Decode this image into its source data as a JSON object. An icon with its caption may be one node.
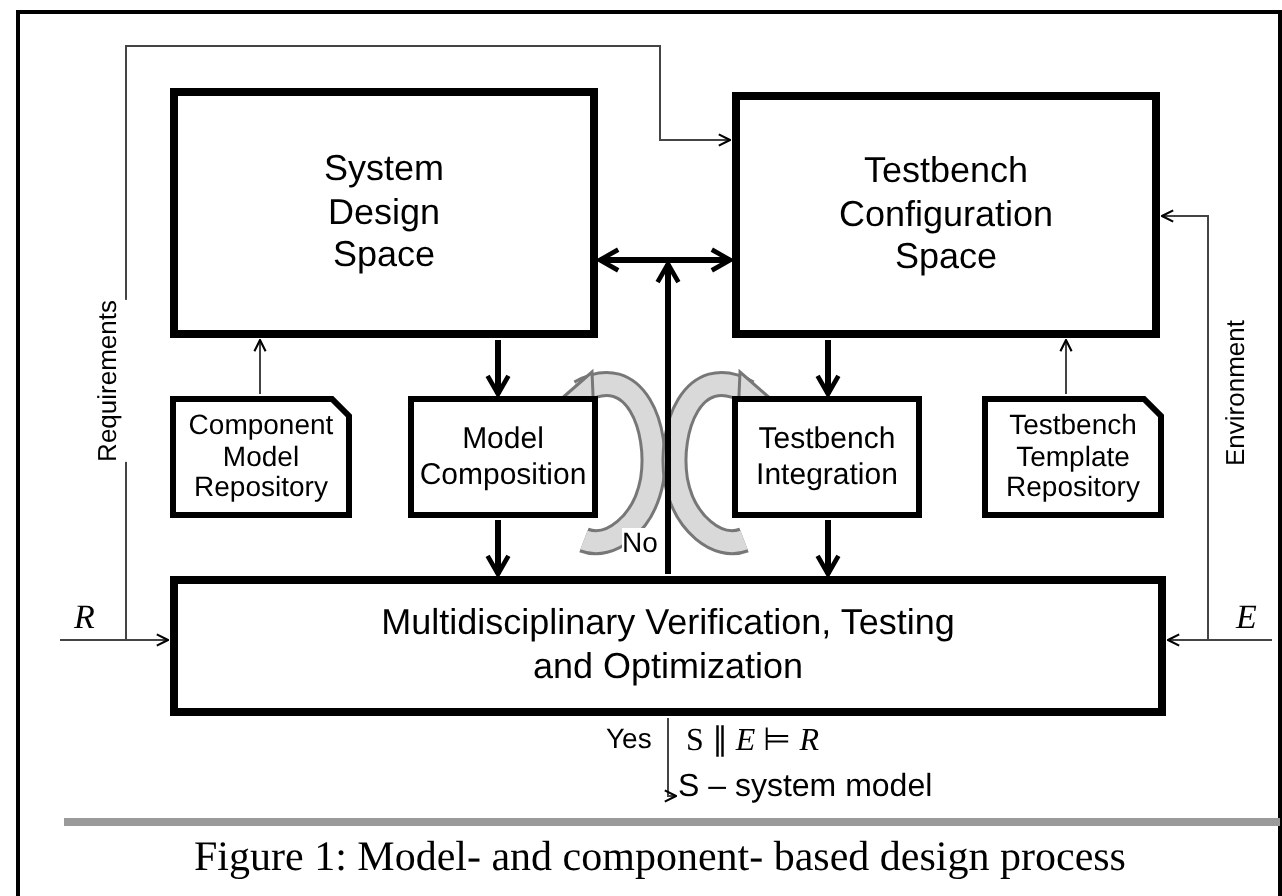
{
  "diagram": {
    "caption": "Figure 1: Model- and component- based design process",
    "nodes": [
      {
        "text": [
          "System Design Space"
        ]
      },
      {
        "text": [
          "Testbench Configuration Space"
        ]
      },
      {
        "text": [
          "Component Model Repository"
        ]
      },
      {
        "text": [
          "Model Composition"
        ]
      },
      {
        "text": [
          "Testbench Integration"
        ]
      },
      {
        "text": [
          "Testbench Template Repository"
        ]
      },
      {
        "text": [
          "Multidisciplinary Verification, Testing and Optimization"
        ]
      },
      {
        "text": [
          "S – system model"
        ]
      }
    ],
    "edges": [
      {
        "from": null,
        "to": 6,
        "arrow": "to",
        "label": "R"
      },
      {
        "from": null,
        "to": 1,
        "arrow": "to",
        "label": "Requirements"
      },
      {
        "from": null,
        "to": 6,
        "arrow": "to",
        "label": "E"
      },
      {
        "from": null,
        "to": 1,
        "arrow": "to",
        "label": "Environment"
      },
      {
        "from": 2,
        "to": 0,
        "arrow": "to"
      },
      {
        "from": 5,
        "to": 1,
        "arrow": "to"
      },
      {
        "from": 0,
        "to": 1,
        "arrow": "both",
        "style": "thick"
      },
      {
        "from": 6,
        "to": null,
        "arrow": "to",
        "label": "No",
        "style": "thick"
      },
      {
        "from": 0,
        "to": 3,
        "arrow": "to",
        "style": "thick"
      },
      {
        "from": 1,
        "to": 4,
        "arrow": "to",
        "style": "thick"
      },
      {
        "from": 3,
        "to": 6,
        "arrow": "to",
        "style": "thick"
      },
      {
        "from": 4,
        "to": 6,
        "arrow": "to",
        "style": "thick"
      },
      {
        "from": 6,
        "to": 7,
        "arrow": "to",
        "label": "Yes"
      }
    ],
    "labels": [
      "S ∥ *E* ⊨ *R*"
    ]
  }
}
